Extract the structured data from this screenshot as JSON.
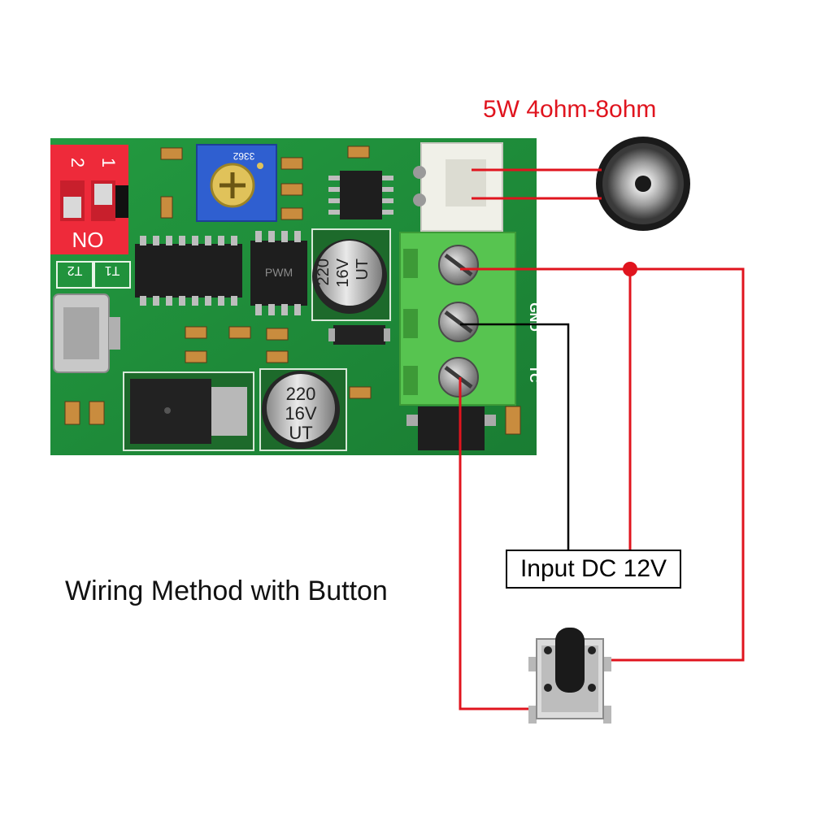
{
  "speaker": {
    "label": "5W 4ohm-8ohm"
  },
  "caption": "Wiring Method with Button",
  "power": {
    "label": "Input DC 12V"
  },
  "board": {
    "dip_switch": {
      "numbers": [
        "2",
        "1"
      ],
      "on_label": "ON"
    },
    "jumper_labels": [
      "T2",
      "T1"
    ],
    "potentiometer_code": "3362",
    "capacitor_markings": [
      "220",
      "16V",
      "UT"
    ],
    "terminal_labels": [
      "GND",
      "TC"
    ],
    "chip_marking": "PWM"
  },
  "colors": {
    "pcb": "#1f8b3a",
    "dip_switch": "#ee2a3a",
    "terminal_block": "#57c450",
    "potentiometer": "#2f5fd0",
    "wire_positive": "#e0141e",
    "wire_ground": "#000000"
  }
}
